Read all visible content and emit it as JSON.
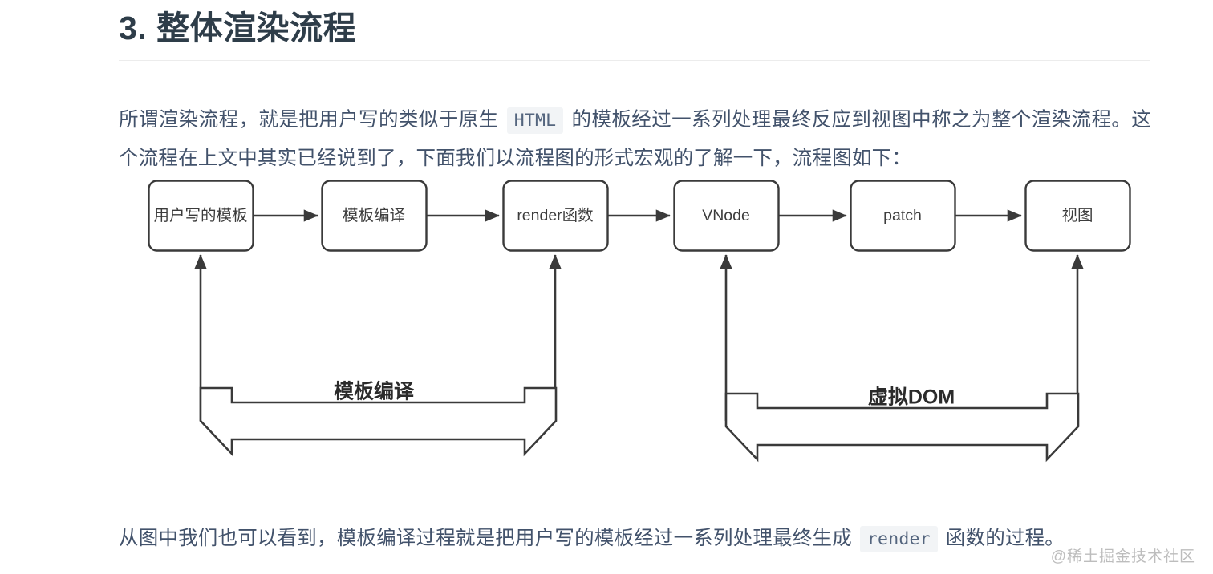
{
  "heading": {
    "text": "3. 整体渲染流程"
  },
  "paragraphs": {
    "first": {
      "part1": "所谓渲染流程，就是把用户写的类似于原生 ",
      "code": "HTML",
      "part2": " 的模板经过一系列处理最终反应到视图中称之为整个渲染流程。这个流程在上文中其实已经说到了，下面我们以流程图的形式宏观的了解一下，流程图如下："
    },
    "second": {
      "part1": "从图中我们也可以看到，模板编译过程就是把用户写的模板经过一系列处理最终生成 ",
      "code": "render",
      "part2": " 函数的过程。"
    }
  },
  "flowchart": {
    "type": "flow-diagram",
    "nodes": [
      {
        "id": "template",
        "label": "用户写的模板"
      },
      {
        "id": "compile",
        "label": "模板编译"
      },
      {
        "id": "render",
        "label": "render函数"
      },
      {
        "id": "vnode",
        "label": "VNode"
      },
      {
        "id": "patch",
        "label": "patch"
      },
      {
        "id": "view",
        "label": "视图"
      }
    ],
    "edges": [
      {
        "from": "template",
        "to": "compile"
      },
      {
        "from": "compile",
        "to": "render"
      },
      {
        "from": "render",
        "to": "vnode"
      },
      {
        "from": "vnode",
        "to": "patch"
      },
      {
        "from": "patch",
        "to": "view"
      }
    ],
    "bands": [
      {
        "id": "band-template-compile",
        "label": "模板编译",
        "spans": [
          "template",
          "render"
        ]
      },
      {
        "id": "band-virtual-dom",
        "label": "虚拟DOM",
        "spans": [
          "vnode",
          "view"
        ]
      }
    ]
  },
  "watermark": {
    "text": "@稀土掘金技术社区"
  },
  "colors": {
    "heading": "#2e3d49",
    "body_text": "#42526b",
    "code_bg": "#f2f4f6",
    "code_text": "#54657e",
    "stroke": "#3a3a3a",
    "rule": "#ececec",
    "watermark": "#bdbdbd",
    "background": "#ffffff"
  }
}
